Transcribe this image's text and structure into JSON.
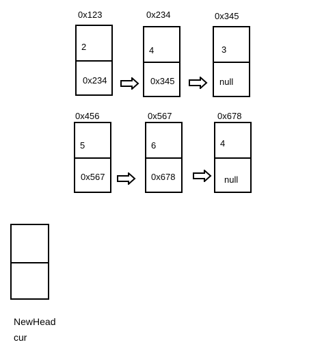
{
  "row1": {
    "nodes": [
      {
        "address": "0x123",
        "value": "2",
        "next": "0x234"
      },
      {
        "address": "0x234",
        "value": "4",
        "next": "0x345"
      },
      {
        "address": "0x345",
        "value": "3",
        "next": "null"
      }
    ]
  },
  "row2": {
    "nodes": [
      {
        "address": "0x456",
        "value": "5",
        "next": "0x567"
      },
      {
        "address": "0x567",
        "value": "6",
        "next": "0x678"
      },
      {
        "address": "0x678",
        "value": "4",
        "next": "null"
      }
    ]
  },
  "new_node": {
    "labels": [
      "NewHead",
      "cur"
    ]
  },
  "colors": {
    "stroke": "#000000",
    "background": "#ffffff"
  }
}
